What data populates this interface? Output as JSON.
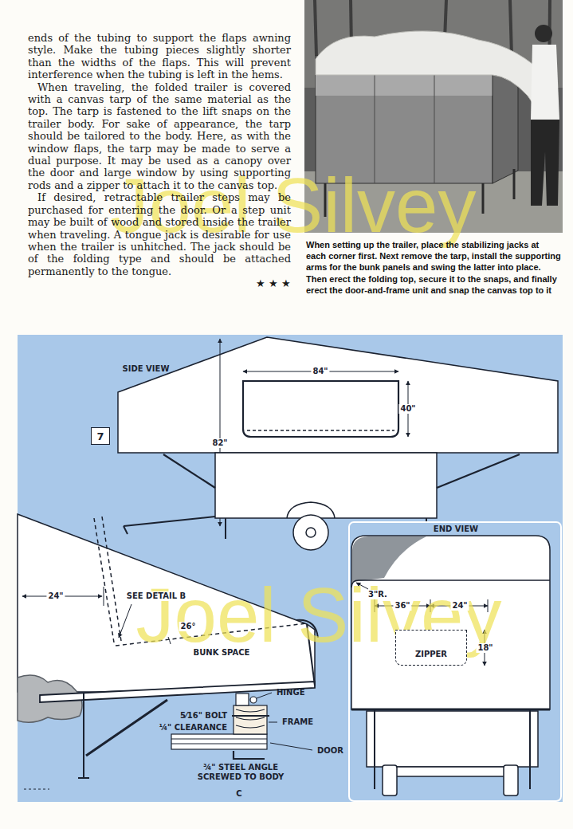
{
  "diagram": {
    "caption": "When setting up the trailer, place the stabilizing jacks at each corner first. Next remove the tarp, install the supporting arms for the bunk panels and swing the latter into place. Then erect the folding top, secure it to the snaps, and finally erect the door-and-frame unit and snap the canvas top to it",
    "nodes": [
      {
        "text": [
          "7"
        ]
      },
      {
        "text": [
          "ZIPPER"
        ]
      }
    ],
    "labels": [
      "ends of the tubing to support the flaps awning style. Make the tubing pieces slightly shorter than the widths of the flaps. This will prevent interference when the tubing is left in the hems.",
      "When traveling, the folded trailer is covered with a canvas tarp of the same material as the top. The tarp is fastened to the lift snaps on the trailer body. For sake of appearance, the tarp should be tailored to the body. Here, as with the window flaps, the tarp may be made to serve a dual purpose. It may be used as a canopy over the door and large window by using supporting rods and a zipper to attach it to the canvas top.",
      "If desired, retractable trailer steps may be purchased for entering the door. Or a step unit may be built of wood and stored inside the trailer when traveling. A tongue jack is desirable for use when the trailer is unhitched. The jack should be of the folding type and should be attached permanently to the tongue.",
      "★ ★ ★",
      "Joel Silvey",
      "SIDE VIEW",
      "84\"",
      "40\"",
      "82\"",
      "END VIEW",
      "3\"R.",
      "24\"",
      "SEE DETAIL B",
      "36\"",
      "24\"",
      "26°",
      "Joel Silvey",
      "BUNK SPACE",
      "18\"",
      "HINGE",
      "5⁄16\" BOLT",
      "FRAME",
      "¼\" CLEARANCE",
      "DOOR",
      "¾\" STEEL ANGLE SCREWED TO BODY",
      "C"
    ]
  }
}
